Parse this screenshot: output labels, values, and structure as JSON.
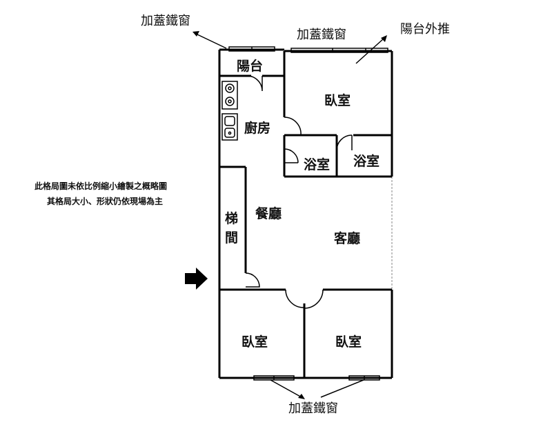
{
  "labels": {
    "iron_window_top_left": "加蓋鐵窗",
    "iron_window_top_center": "加蓋鐵窗",
    "balcony_push_out": "陽台外推",
    "iron_window_bottom": "加蓋鐵窗"
  },
  "rooms": {
    "balcony": "陽台",
    "kitchen": "廚房",
    "bedroom_top": "臥室",
    "bath_left": "浴室",
    "bath_right": "浴室",
    "dining": "餐廳",
    "living": "客廳",
    "stairs_1": "梯",
    "stairs_2": "間",
    "bedroom_bottom_left": "臥室",
    "bedroom_bottom_right": "臥室"
  },
  "note": {
    "line1": "此格局圖未依比例縮小繪製之概略圖",
    "line2": "其格局大小、形狀仍依現場為主"
  },
  "icons": {
    "entrance": "entrance-arrow-icon",
    "stove": "stove-icon",
    "sink": "sink-icon"
  }
}
